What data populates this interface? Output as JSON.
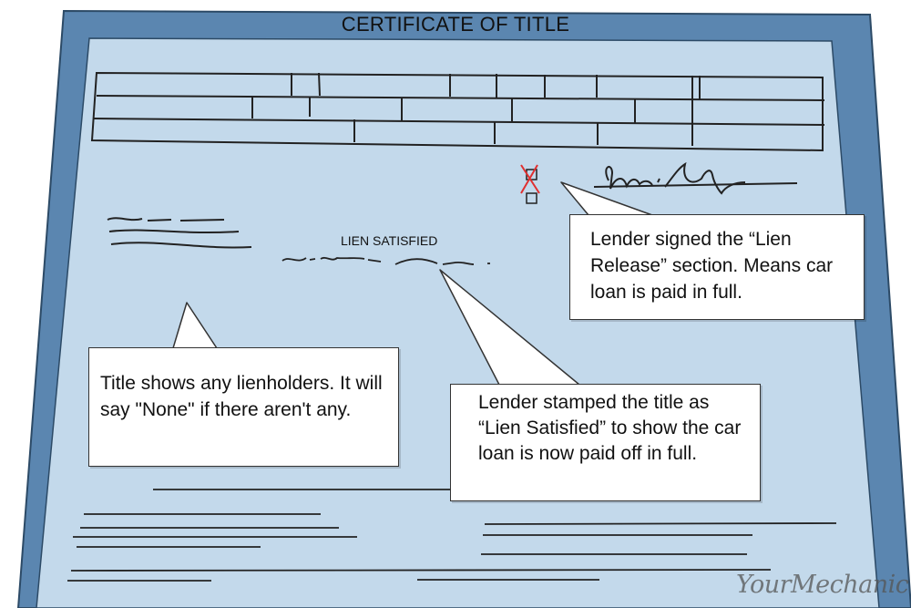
{
  "certificate": {
    "title": "CERTIFICATE OF TITLE",
    "stamp_text": "LIEN SATISFIED"
  },
  "callouts": {
    "lender_signed": "Lender signed the “Lien Release” section. Means car loan is paid in full.",
    "lienholders": "Title shows any lienholders. It will say \"None\" if there aren't any.",
    "lender_stamped": "Lender stamped the title as “Lien Satisfied” to show the car loan is now paid off in full."
  },
  "brand": {
    "name": "YourMechanic"
  },
  "colors": {
    "frame": "#5b86b0",
    "paper": "#c3d9eb",
    "stamp_mark": "#e03030"
  }
}
